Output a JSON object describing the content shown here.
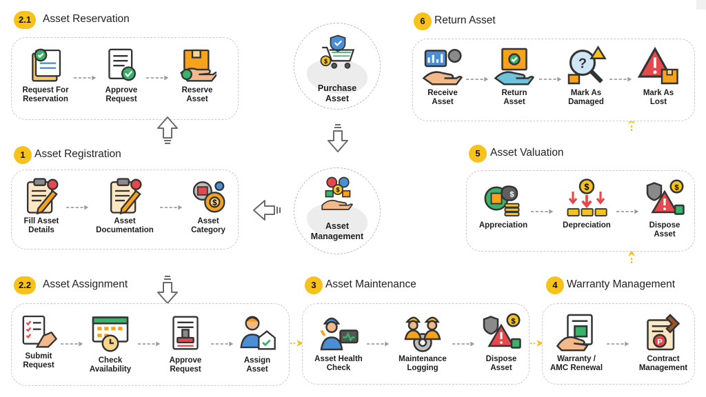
{
  "hubs": {
    "purchase": "Purchase\nAsset",
    "management": "Asset\nManagement"
  },
  "sections": {
    "reservation": {
      "badge": "2.1",
      "title": "Asset Reservation",
      "steps": [
        "Request For\nReservation",
        "Approve\nRequest",
        "Reserve\nAsset"
      ]
    },
    "registration": {
      "badge": "1",
      "title": "Asset Registration",
      "steps": [
        "Fill Asset\nDetails",
        "Asset\nDocumentation",
        "Asset\nCategory"
      ]
    },
    "assignment": {
      "badge": "2.2",
      "title": "Asset Assignment",
      "steps": [
        "Submit\nRequest",
        "Check\nAvailability",
        "Approve\nRequest",
        "Assign\nAsset"
      ]
    },
    "maintenance": {
      "badge": "3",
      "title": "Asset Maintenance",
      "steps": [
        "Asset Health\nCheck",
        "Maintenance\nLogging",
        "Dispose\nAsset"
      ]
    },
    "warranty": {
      "badge": "4",
      "title": "Warranty Management",
      "steps": [
        "Warranty /\nAMC Renewal",
        "Contract\nManagement"
      ]
    },
    "valuation": {
      "badge": "5",
      "title": "Asset Valuation",
      "steps": [
        "Appreciation",
        "Depreciation",
        "Dispose\nAsset"
      ]
    },
    "return": {
      "badge": "6",
      "title": "Return Asset",
      "steps": [
        "Receive\nAsset",
        "Return\nAsset",
        "Mark As\nDamaged",
        "Mark As\nLost"
      ]
    }
  },
  "icons": {
    "purchase": "shopping-cart-shield-icon",
    "management": "asset-management-icon",
    "reservation": [
      "reservation-form-icon",
      "approve-document-icon",
      "reserve-box-hand-icon"
    ],
    "registration": [
      "clipboard-pencil-icon",
      "clipboard-document-icon",
      "category-gears-icon"
    ],
    "assignment": [
      "submit-request-icon",
      "calendar-clock-icon",
      "stamp-document-icon",
      "assign-person-house-icon"
    ],
    "maintenance": [
      "health-check-engineer-icon",
      "workers-gear-icon",
      "dispose-shield-icon"
    ],
    "warranty": [
      "warranty-document-hand-icon",
      "contract-stamp-icon"
    ],
    "valuation": [
      "appreciation-coins-icon",
      "depreciation-coins-icon",
      "dispose-shield-icon"
    ],
    "return": [
      "receive-asset-hand-icon",
      "return-box-hand-icon",
      "damaged-magnifier-icon",
      "lost-warning-icon"
    ]
  },
  "colors": {
    "badge": "#f6c21b",
    "flow_arrow": "#f6c21b",
    "dashed_border": "#c9c9c9",
    "icon_orange": "#f7a21b",
    "icon_blue": "#4a8fd6",
    "icon_red": "#e5494d",
    "icon_green": "#39b26a"
  }
}
